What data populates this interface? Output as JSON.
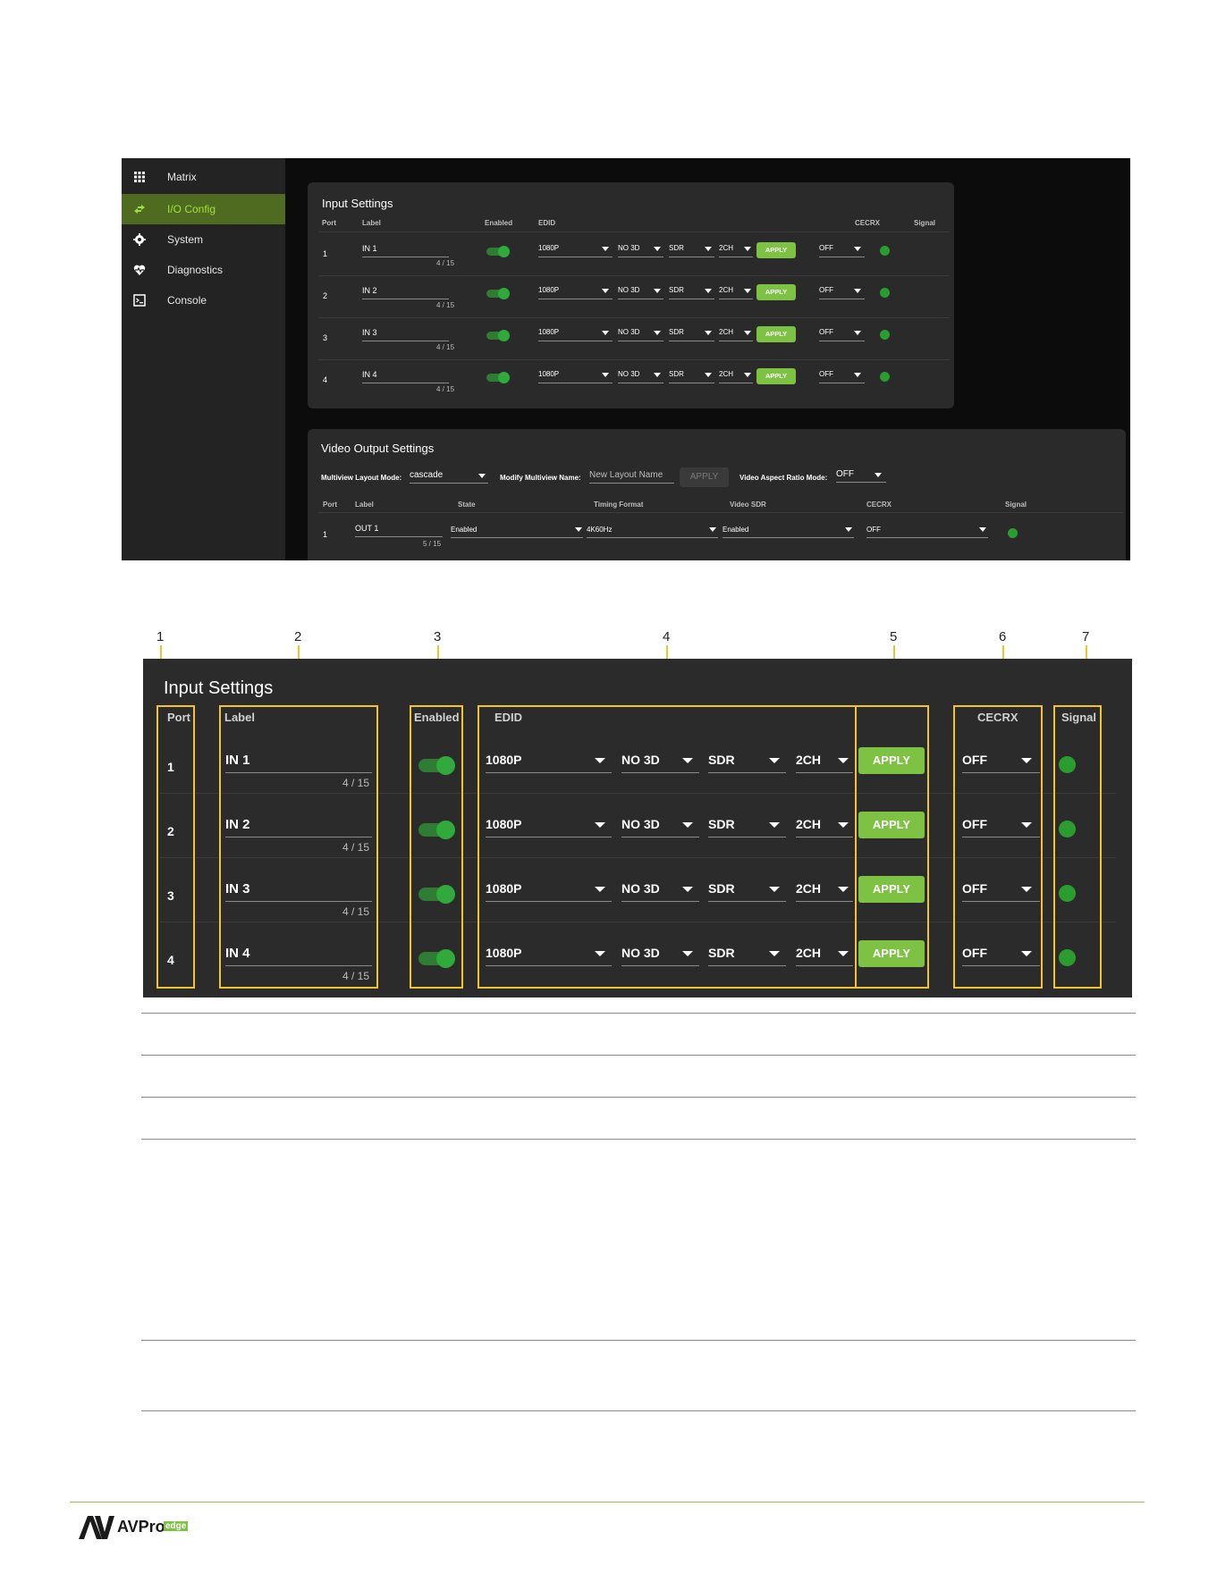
{
  "top_ui": {
    "sidebar": [
      {
        "label": "Matrix",
        "icon": "grid-icon"
      },
      {
        "label": "I/O Config",
        "icon": "swap-arrows-icon"
      },
      {
        "label": "System",
        "icon": "gear-icon"
      },
      {
        "label": "Diagnostics",
        "icon": "heart-pulse-icon"
      },
      {
        "label": "Console",
        "icon": "terminal-icon"
      }
    ],
    "input_settings": {
      "title": "Input Settings",
      "headers": {
        "port": "Port",
        "label": "Label",
        "enabled": "Enabled",
        "edid": "EDID",
        "cecrx": "CECRX",
        "signal": "Signal"
      },
      "rows": [
        {
          "port": "1",
          "label": "IN 1",
          "counter": "4 / 15",
          "edid_res": "1080P",
          "edid_3d": "NO 3D",
          "edid_hdr": "SDR",
          "edid_audio": "2CH",
          "apply": "APPLY",
          "cecrx": "OFF"
        },
        {
          "port": "2",
          "label": "IN 2",
          "counter": "4 / 15",
          "edid_res": "1080P",
          "edid_3d": "NO 3D",
          "edid_hdr": "SDR",
          "edid_audio": "2CH",
          "apply": "APPLY",
          "cecrx": "OFF"
        },
        {
          "port": "3",
          "label": "IN 3",
          "counter": "4 / 15",
          "edid_res": "1080P",
          "edid_3d": "NO 3D",
          "edid_hdr": "SDR",
          "edid_audio": "2CH",
          "apply": "APPLY",
          "cecrx": "OFF"
        },
        {
          "port": "4",
          "label": "IN 4",
          "counter": "4 / 15",
          "edid_res": "1080P",
          "edid_3d": "NO 3D",
          "edid_hdr": "SDR",
          "edid_audio": "2CH",
          "apply": "APPLY",
          "cecrx": "OFF"
        }
      ]
    },
    "video_output": {
      "title": "Video Output Settings",
      "layout_mode_label": "Multiview Layout Mode:",
      "layout_mode_value": "cascade",
      "modify_name_label": "Modify Multiview Name:",
      "modify_name_placeholder": "New Layout Name",
      "apply": "APPLY",
      "aspect_label": "Video Aspect Ratio Mode:",
      "aspect_value": "OFF",
      "headers": {
        "port": "Port",
        "label": "Label",
        "state": "State",
        "timing": "Timing Format",
        "sdr": "Video SDR",
        "cecrx": "CECRX",
        "signal": "Signal"
      },
      "row": {
        "port": "1",
        "label": "OUT 1",
        "counter": "5 / 15",
        "state": "Enabled",
        "timing": "4K60Hz",
        "sdr": "Enabled",
        "cecrx": "OFF"
      }
    }
  },
  "callouts": [
    "1",
    "2",
    "3",
    "4",
    "5",
    "6",
    "7"
  ],
  "colors": {
    "accent_green": "#7dc242",
    "highlight_yellow": "#f2c230",
    "signal_green": "#2a9d2f"
  },
  "logo_text": {
    "main": "AVPro",
    "sub": "edge"
  }
}
